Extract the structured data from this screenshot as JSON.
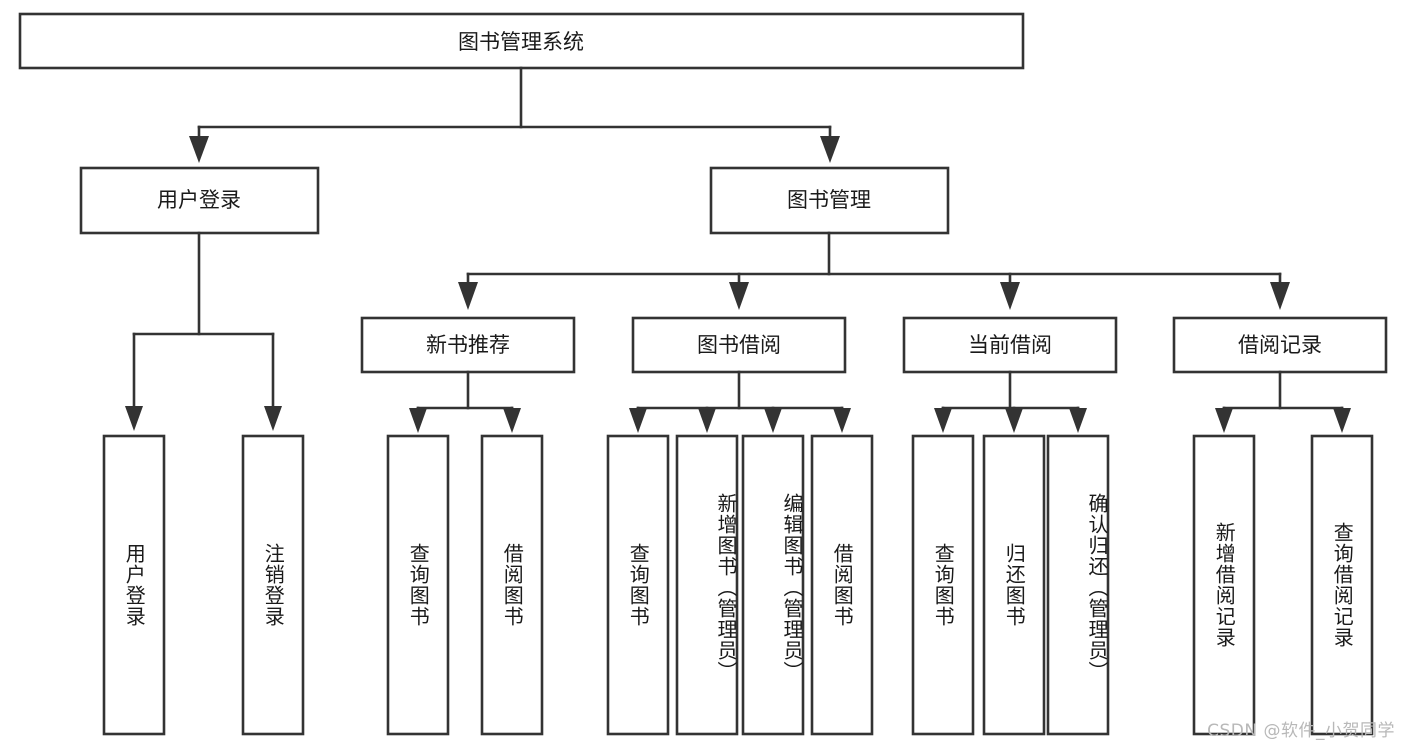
{
  "diagram": {
    "title": "图书管理系统",
    "watermark": "CSDN @软件_小贺同学",
    "colors": {
      "stroke": "#333333",
      "box_fill": "#ffffff",
      "text": "#1a1a1a",
      "watermark": "#b8b8b8",
      "background": "#ffffff"
    },
    "root": {
      "label": "图书管理系统"
    },
    "level2": [
      {
        "label": "用户登录"
      },
      {
        "label": "图书管理"
      }
    ],
    "level3": [
      {
        "label": "新书推荐"
      },
      {
        "label": "图书借阅"
      },
      {
        "label": "当前借阅"
      },
      {
        "label": "借阅记录"
      }
    ],
    "leaves": {
      "user_login": [
        {
          "label": "用户登录"
        },
        {
          "label": "注销登录"
        }
      ],
      "new_book_recommend": [
        {
          "label": "查询图书"
        },
        {
          "label": "借阅图书"
        }
      ],
      "book_borrow": [
        {
          "label": "查询图书"
        },
        {
          "label": "新增图书（管理员）"
        },
        {
          "label": "编辑图书（管理员）"
        },
        {
          "label": "借阅图书"
        }
      ],
      "current_borrow": [
        {
          "label": "查询图书"
        },
        {
          "label": "归还图书"
        },
        {
          "label": "确认归还（管理员）"
        }
      ],
      "borrow_record": [
        {
          "label": "新增借阅记录"
        },
        {
          "label": "查询借阅记录"
        }
      ]
    }
  }
}
